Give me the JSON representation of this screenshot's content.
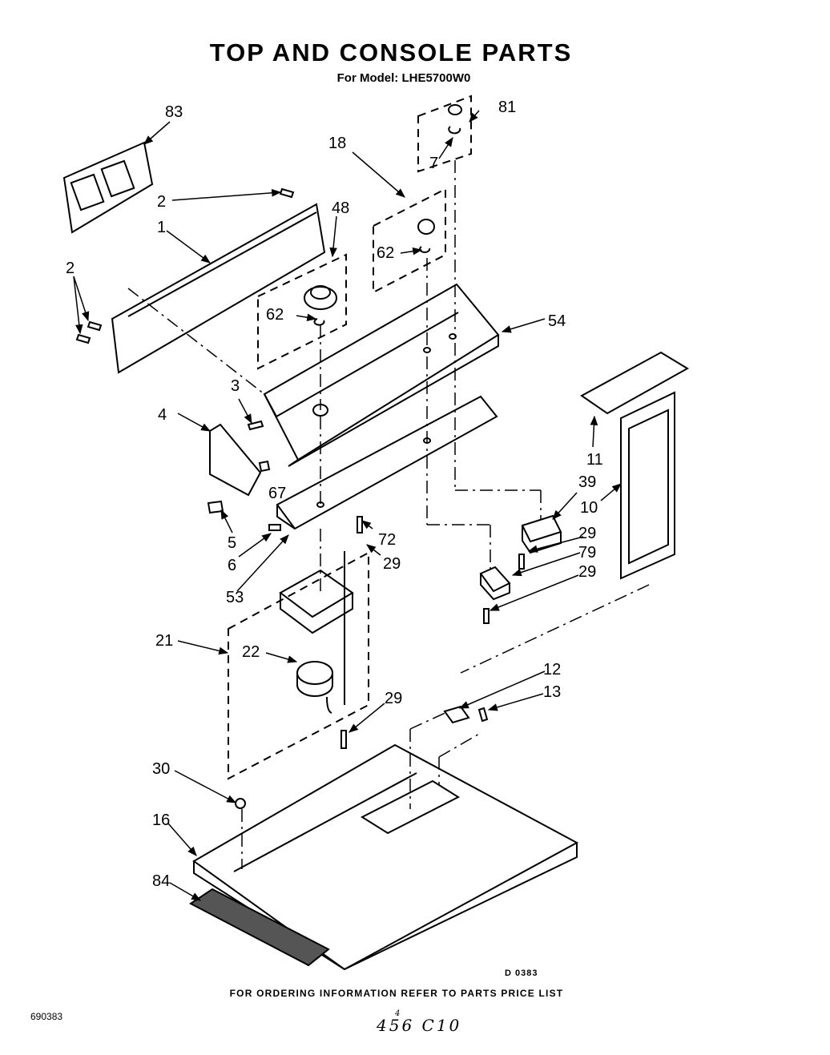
{
  "title": "TOP AND CONSOLE PARTS",
  "subtitle": "For Model: LHE5700W0",
  "footer": "FOR ORDERING INFORMATION REFER TO PARTS PRICE LIST",
  "diagram_code": "D 0383",
  "document_number": "690383",
  "handwritten_note": "456 C10",
  "handwritten_sup": "4",
  "callouts": {
    "c83": "83",
    "c81": "81",
    "c18": "18",
    "c7": "7",
    "c2a": "2",
    "c48": "48",
    "c1": "1",
    "c62a": "62",
    "c2b": "2",
    "c62b": "62",
    "c54": "54",
    "c3": "3",
    "c4": "4",
    "c67": "67",
    "c11": "11",
    "c39": "39",
    "c10": "10",
    "c5": "5",
    "c72": "72",
    "c29a": "29",
    "c79": "79",
    "c6": "6",
    "c29b": "29",
    "c29c": "29",
    "c53": "53",
    "c21": "21",
    "c22": "22",
    "c12": "12",
    "c13": "13",
    "c29d": "29",
    "c30": "30",
    "c16": "16",
    "c84": "84"
  }
}
